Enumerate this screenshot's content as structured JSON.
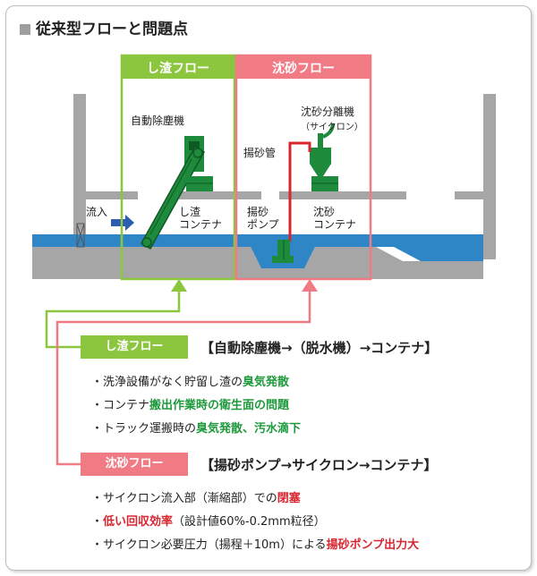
{
  "title": "従来型フローと問題点",
  "diagram": {
    "box_shishi": "し渣フロー",
    "box_chinsa": "沈砂フロー",
    "auto_screen": "自動除塵機",
    "inflow": "流入",
    "shishi_container_1": "し渣",
    "shishi_container_2": "コンテナ",
    "separator_1": "沈砂分離機",
    "separator_2": "（サイクロン）",
    "pipe": "揚砂管",
    "pump_1": "揚砂",
    "pump_2": "ポンプ",
    "chinsa_container_1": "沈砂",
    "chinsa_container_2": "コンテナ"
  },
  "flows": [
    {
      "tag": "し渣フロー",
      "heading": "【自動除塵機→（脱水機）→コンテナ】",
      "bullets": [
        {
          "pre": "・洗浄設備がなく貯留し渣の",
          "hl": "臭気発散",
          "post": ""
        },
        {
          "pre": "・コンテナ",
          "hl": "搬出作業時の衛生面の問題",
          "post": ""
        },
        {
          "pre": "・トラック運搬時の",
          "hl": "臭気発散、汚水滴下",
          "post": ""
        }
      ]
    },
    {
      "tag": "沈砂フロー",
      "heading": "【揚砂ポンプ→サイクロン→コンテナ】",
      "bullets": [
        {
          "pre": "・サイクロン流入部（漸縮部）での",
          "hl": "閉塞",
          "post": ""
        },
        {
          "pre": "・",
          "hl": "低い回収効率",
          "post": "（設計値60%-0.2mm粒径）"
        },
        {
          "pre": "・サイクロン必要圧力（揚程＋10m）による",
          "hl": "揚砂ポンプ出力大",
          "post": ""
        }
      ]
    }
  ],
  "colors": {
    "green": "#8cc63f",
    "red": "#f07b84",
    "machine": "#1e8a3c",
    "water": "#2f86c6",
    "concrete": "#a6a6a6"
  }
}
